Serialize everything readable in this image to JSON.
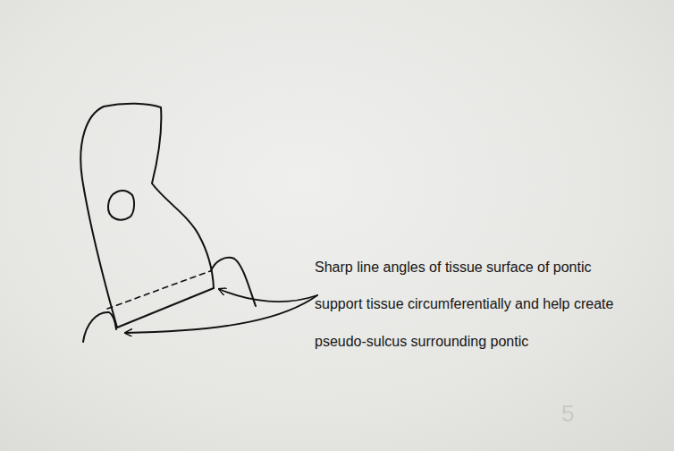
{
  "diagram": {
    "labels": [
      "Sharp line angles of tissue surface of pontic",
      "support tissue circumferentially and help create",
      "pseudo-sulcus surrounding  pontic",
      "5"
    ]
  }
}
